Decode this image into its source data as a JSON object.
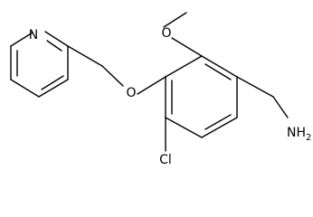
{
  "molecule": {
    "atoms": {
      "pyridine_n": "N",
      "methoxy_o": "O",
      "ether_o": "O",
      "chloro": "Cl",
      "amine": "NH",
      "amine_subscript": "2"
    }
  }
}
